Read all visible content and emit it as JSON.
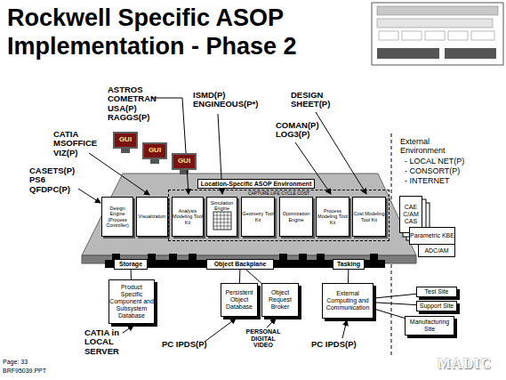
{
  "diagram": {
    "title": "Rockwell Specific ASOP Implementation - Phase 2",
    "nodes": [
      {
        "text": [
          "GUI"
        ]
      },
      {
        "text": [
          "GUI"
        ]
      },
      {
        "text": [
          "GUI"
        ]
      },
      {
        "text": [
          "Location-Specific ASOP Environment"
        ]
      },
      {
        "text": [
          "Design Engine (Process Controller)"
        ]
      },
      {
        "text": [
          "Visualization"
        ]
      },
      {
        "text": [
          "CAPTURE LIFE CYCLE COST"
        ]
      },
      {
        "text": [
          "Analysis Modeling Tool Kit"
        ],
        "in": 6
      },
      {
        "text": [
          "Simulation Engine"
        ],
        "in": 6
      },
      {
        "text": [
          "Geometry Tool Kit"
        ],
        "in": 6
      },
      {
        "text": [
          "Optimization Engine"
        ],
        "in": 6
      },
      {
        "text": [
          "Process Modeling Tool Kit"
        ],
        "in": 6
      },
      {
        "text": [
          "Cost Modeling Tool Kit"
        ],
        "in": 6
      },
      {
        "text": [
          "CAE C/AM CAS"
        ]
      },
      {
        "text": [
          "Parametric KBE"
        ]
      },
      {
        "text": [
          "ADC/AM"
        ]
      },
      {
        "text": [
          "Storage"
        ]
      },
      {
        "text": [
          "Object Backplane"
        ]
      },
      {
        "text": [
          "Tasking"
        ]
      },
      {
        "text": [
          "Product Specific Component and Subsystem Database"
        ]
      },
      {
        "text": [
          "Persistent Object Database"
        ]
      },
      {
        "text": [
          "Object Request Broker"
        ]
      },
      {
        "text": [
          "External Computing and Communication"
        ]
      },
      {
        "text": [
          "Test Site"
        ]
      },
      {
        "text": [
          "Support Site"
        ]
      },
      {
        "text": [
          "Manufacturing Site"
        ]
      }
    ],
    "edges": [
      {
        "from": 16,
        "to": 19,
        "arrow": "none"
      },
      {
        "from": 17,
        "to": 20,
        "arrow": "none"
      },
      {
        "from": 17,
        "to": 21,
        "arrow": "none"
      },
      {
        "from": 18,
        "to": 22,
        "arrow": "none"
      },
      {
        "from": 22,
        "to": 23,
        "arrow": "none"
      },
      {
        "from": 22,
        "to": 24,
        "arrow": "none"
      },
      {
        "from": 22,
        "to": 25,
        "arrow": "none"
      }
    ],
    "labels": [
      "ASTROS COMETRAN USA(P) RAGGS(P)",
      "CATIA MSOFFICE VIZ(P)",
      "CASETS(P) PS6 QFDPC(P)",
      "ISMD(P) ENGINEOUS(P*)",
      "DESIGN SHEET(P)",
      "COMAN(P) LOG3(P)",
      "External Environment",
      "- LOCAL NET(P)",
      "- CONSORT(P)",
      "- INTERNET",
      "CATIA in LOCAL SERVER",
      "PC IPDS(P)",
      "PERSONAL DIGITAL VIDEO",
      "PC IPDS(P)",
      "Page: 33",
      "BRF95039.PPT",
      "MADIC"
    ]
  }
}
